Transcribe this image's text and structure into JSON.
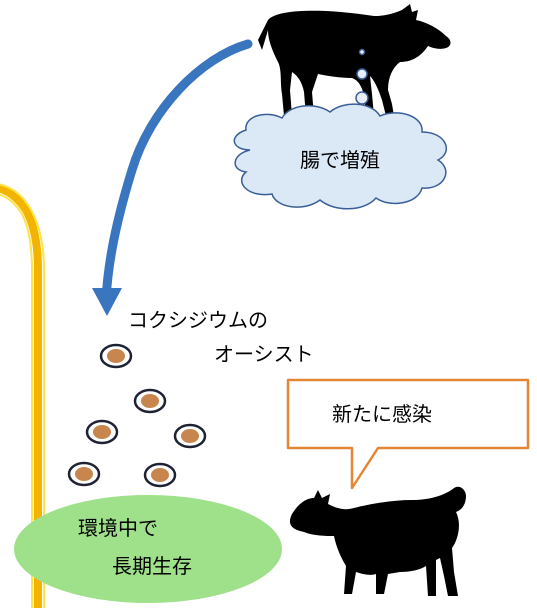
{
  "labels": {
    "intestine": "腸で増殖",
    "oocyst_line1": "コクシジウムの",
    "oocyst_line2": "オーシスト",
    "speech": "新たに感染",
    "env_line1": "環境中で",
    "env_line2": "長期生存"
  },
  "colors": {
    "arrow": "#3a76c0",
    "cloud_fill": "#dbe8f6",
    "cloud_stroke": "#3a5f97",
    "speech_stroke": "#e48735",
    "ellipse_fill": "#9fe08a",
    "frame_gold": "#f3b400",
    "frame_yellow": "#ffe34a",
    "oocyst_fill": "#c8854d",
    "oocyst_stroke": "#1e2233",
    "silhouette": "#000000"
  },
  "icons": [
    "cow-silhouette-icon",
    "calf-silhouette-icon",
    "oocyst-icon",
    "cloud-icon",
    "curved-arrow-icon",
    "speech-bubble-icon"
  ]
}
